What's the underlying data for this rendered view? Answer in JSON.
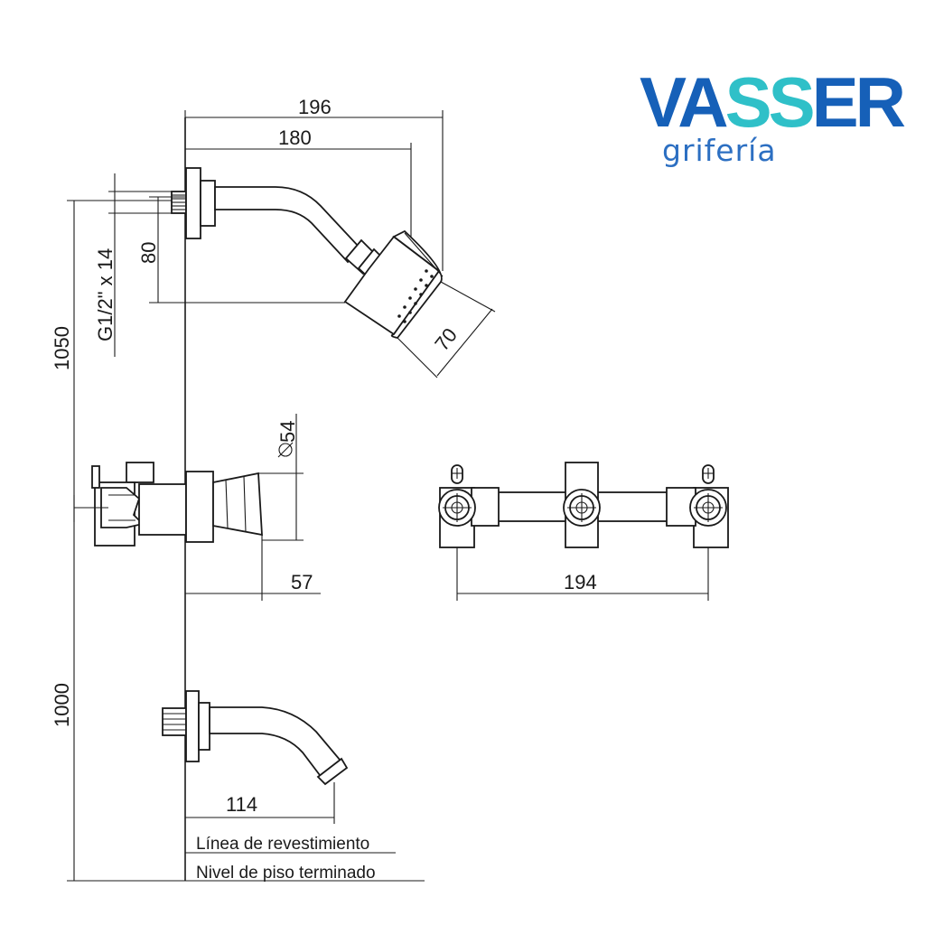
{
  "brand": {
    "name_part1": "VA",
    "name_part2": "SS",
    "name_part3": "ER",
    "subtitle": "grifería",
    "colors": {
      "primary": "#1660b8",
      "accent": "#2fc0c8"
    }
  },
  "dimensions": {
    "overall_width": "196",
    "arm_length": "180",
    "thread": "G1/2\" x 14",
    "arm_drop": "80",
    "shower_head": "70",
    "valve_height": "1050",
    "handle_diameter": "54",
    "handle_projection": "57",
    "valve_spacing": "194",
    "spout_height": "1000",
    "spout_length": "114"
  },
  "labels": {
    "wall_line": "Línea de revestimiento",
    "floor_level": "Nivel de piso terminado"
  }
}
